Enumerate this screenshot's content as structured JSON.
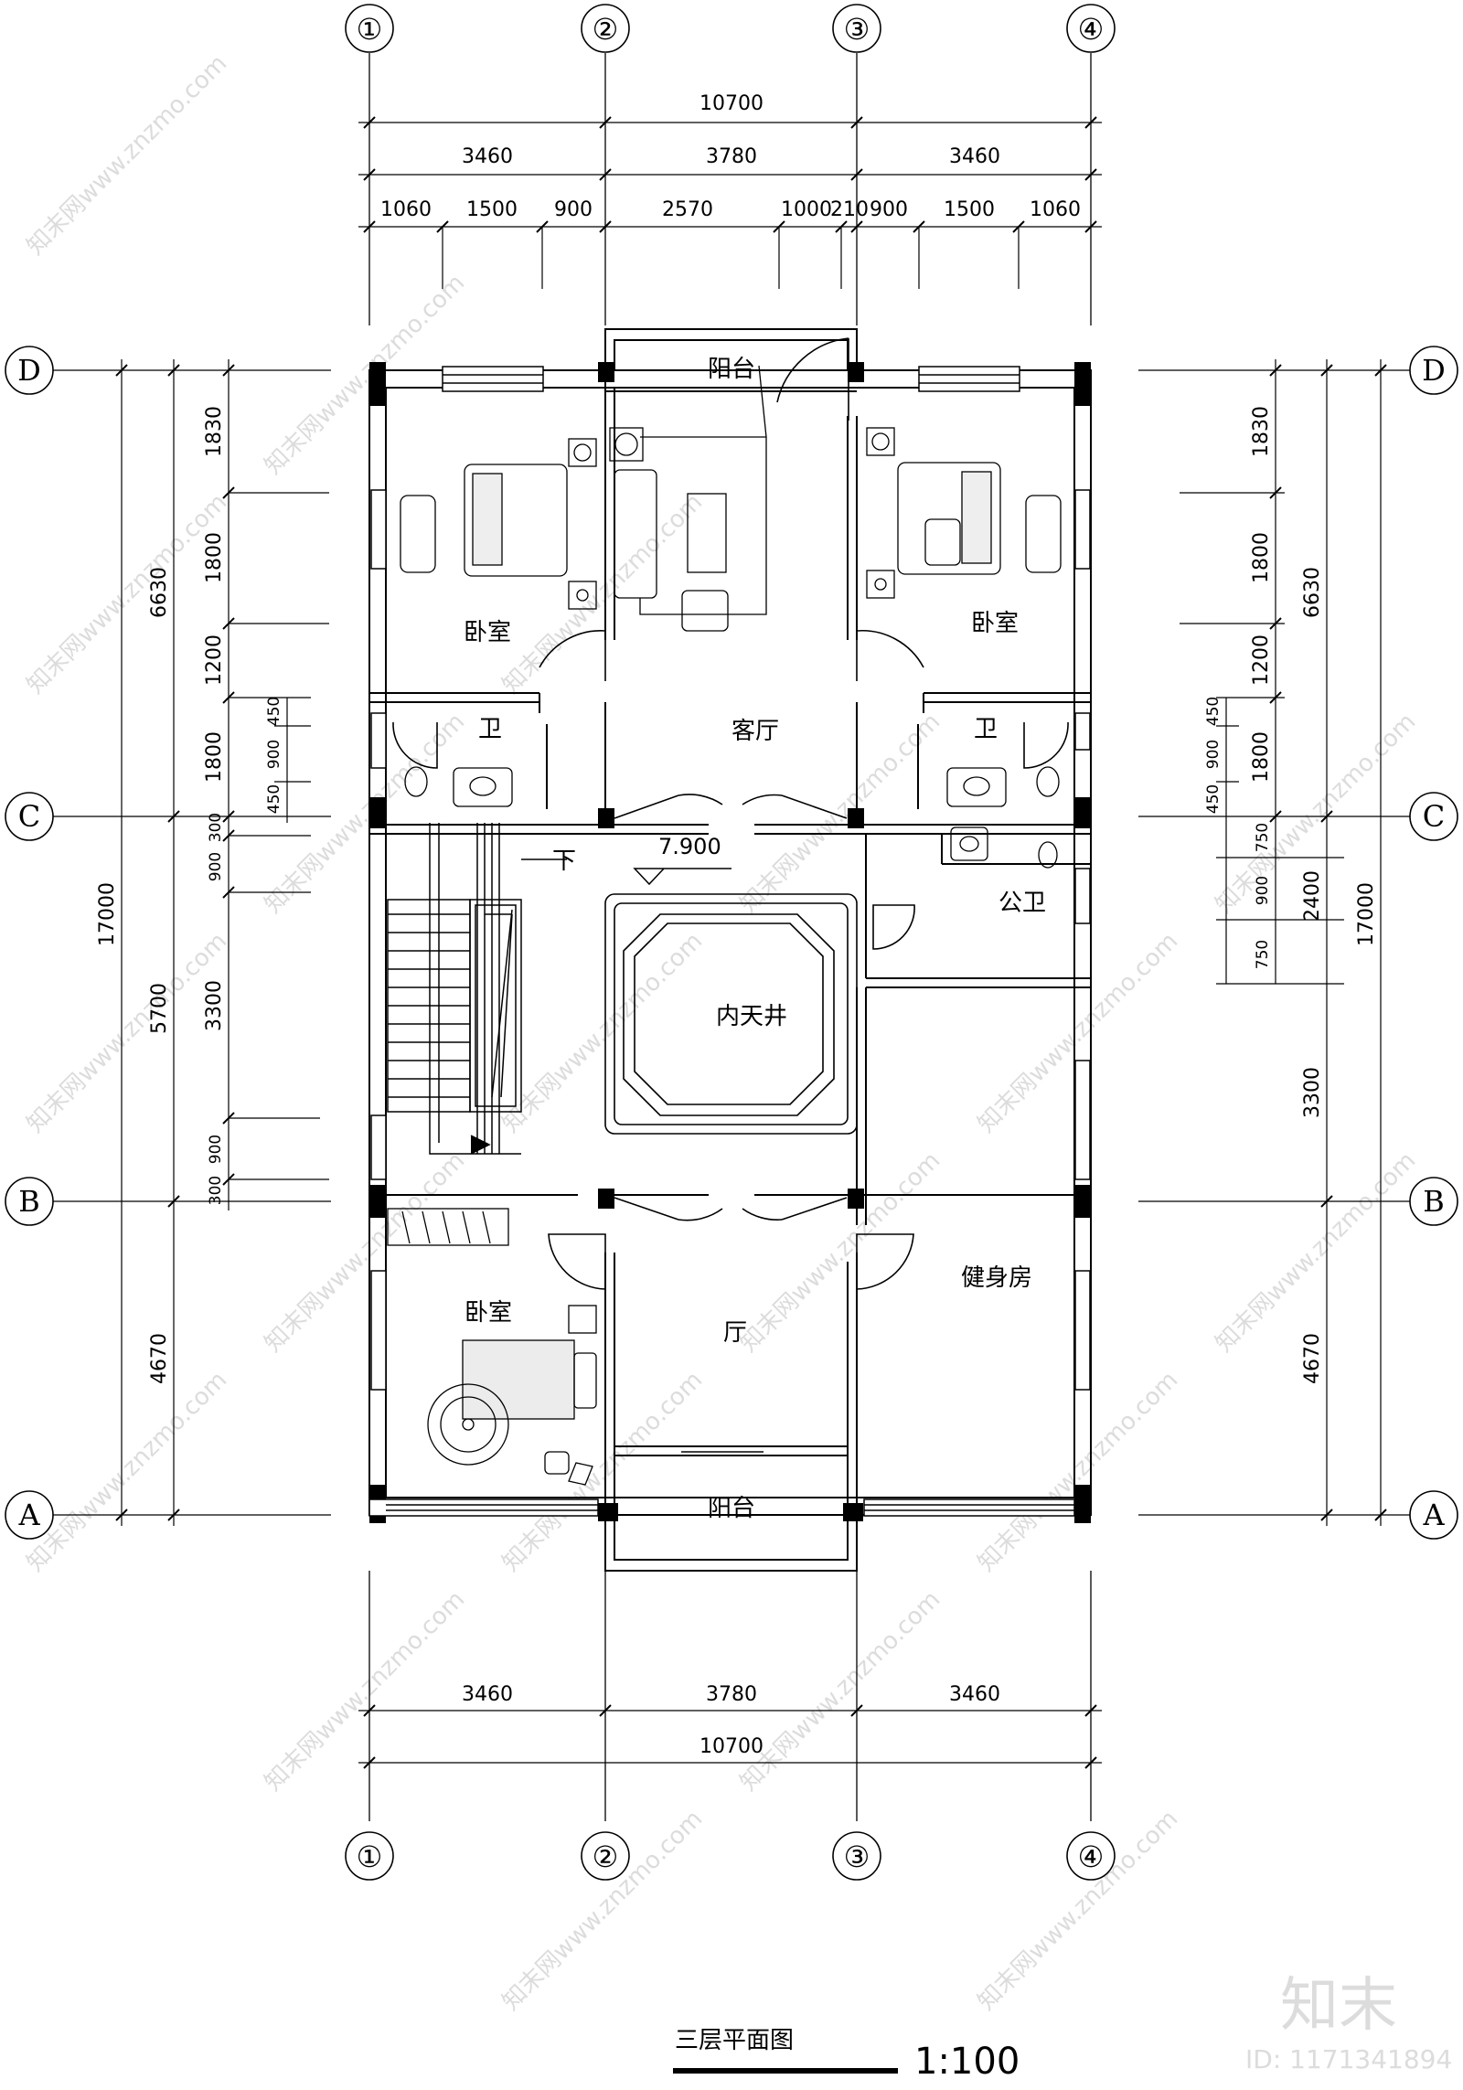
{
  "drawing": {
    "title": "三层平面图",
    "scale": "1:100",
    "elevation": "7.900",
    "stair_down_label": "下"
  },
  "grids": {
    "vertical": [
      "①",
      "②",
      "③",
      "④"
    ],
    "horizontal": [
      "D",
      "C",
      "B",
      "A"
    ]
  },
  "dims": {
    "top_total": "10700",
    "top_bays": [
      "3460",
      "3780",
      "3460"
    ],
    "top_detail": [
      "1060",
      "1500",
      "900",
      "2570",
      "1000",
      "210",
      "900",
      "1500",
      "1060"
    ],
    "bottom_bays": [
      "3460",
      "3780",
      "3460"
    ],
    "bottom_total": "10700",
    "left_total": "17000",
    "left_major": [
      "6630",
      "5700",
      "4670"
    ],
    "left_detail": [
      "1830",
      "1800",
      "1200",
      "1800",
      "3300"
    ],
    "left_small": [
      "450",
      "900",
      "450",
      "900",
      "300",
      "300",
      "900"
    ],
    "right_total": "17000",
    "right_major": [
      "6630",
      "3300",
      "4670"
    ],
    "right_detail": [
      "1830",
      "1800",
      "1200",
      "1800",
      "2400"
    ],
    "right_small": [
      "450",
      "900",
      "450",
      "750",
      "900",
      "750"
    ]
  },
  "rooms": {
    "balcony_top": "阳台",
    "bedroom_left_top": "卧室",
    "bedroom_right_top": "卧室",
    "bath_left": "卫",
    "bath_right": "卫",
    "living": "客厅",
    "public_bath": "公卫",
    "atrium": "内天井",
    "gym": "健身房",
    "hall": "厅",
    "bedroom_bottom": "卧室",
    "balcony_bottom": "阳台"
  },
  "watermark": {
    "text": "知末网www.znzmo.com",
    "logo": "知末",
    "id": "ID: 1171341894"
  }
}
